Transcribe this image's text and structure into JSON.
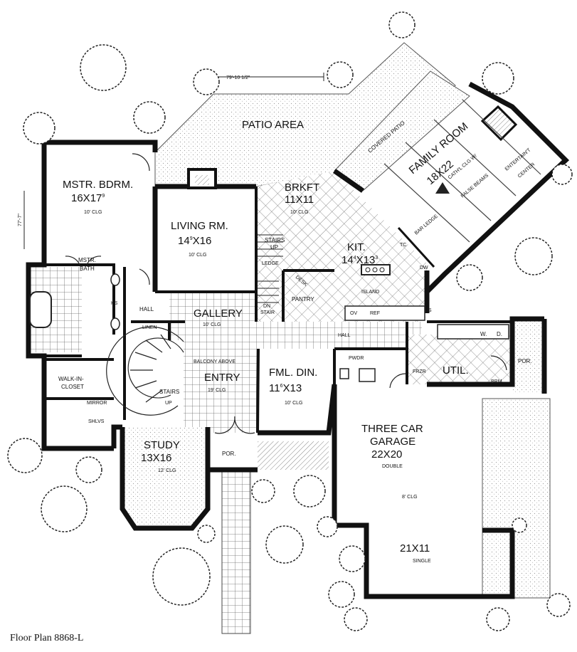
{
  "caption": "Floor Plan 8868-L",
  "dimensions": {
    "width": "79'-10 1/2\"",
    "depth": "77'-7\""
  },
  "rooms": {
    "patio": "PATIO AREA",
    "covered_patio": "COVERED PATIO",
    "family": {
      "name": "FAMILY ROOM",
      "size": "18X22",
      "note1": "CATH'L CLG W/",
      "note2": "FALSE BEAMS",
      "ent1": "ENTERTAIN'T",
      "ent2": "CENTER"
    },
    "master_bed": {
      "name": "MSTR. BDRM.",
      "size": "16X17",
      "sup": "9",
      "clg": "10' CLG"
    },
    "living": {
      "name": "LIVING RM.",
      "size_a": "14",
      "sup": "9",
      "size_b": "X16",
      "clg": "10' CLG"
    },
    "brkft": {
      "name": "BRKFT",
      "size": "11X11",
      "clg": "10' CLG"
    },
    "kit": {
      "name": "KIT.",
      "size_a": "14",
      "sup1": "4",
      "size_b": "X13",
      "sup2": "3"
    },
    "master_bath": {
      "name1": "MSTR.",
      "name2": "BATH"
    },
    "hall_left": "HALL",
    "hall_center": "HALL",
    "gallery": {
      "name": "GALLERY",
      "clg": "10' CLG"
    },
    "linen": "LINEN",
    "balcony": "BALCONY ABOVE",
    "entry": {
      "name": "ENTRY",
      "clg": "19' CLG"
    },
    "fml_din": {
      "name": "FML. DIN.",
      "size_a": "11",
      "sup": "6",
      "size_b": "X13",
      "clg": "10' CLG"
    },
    "walk_in": {
      "l1": "WALK-IN-",
      "l2": "CLOSET"
    },
    "mirror": "MIRROR",
    "shlvs": "SHLVS",
    "stairs": "STAIRS",
    "up": "UP",
    "stairs_up": {
      "l1": "STAIRS",
      "l2": "UP"
    },
    "ledge": "LEDGE",
    "dn_stair": {
      "l1": "DN",
      "l2": "STAIR"
    },
    "desk": "DESK",
    "pantry": "PANTRY",
    "island": "ISLAND",
    "bar_ledge": "BAR LEDGE",
    "tc": "TC",
    "dw": "DW",
    "ov": "OV",
    "ref": "REF",
    "ls": "LS",
    "ks": "KS",
    "pwdr": "PWDR",
    "util": "UTIL.",
    "w": "W.",
    "d": "D.",
    "frzr": "FRZR",
    "brm": "BRM",
    "por_right": "POR.",
    "por_front": "POR.",
    "study": {
      "name": "STUDY",
      "size": "13X16",
      "clg": "12' CLG"
    },
    "garage": {
      "l1": "THREE CAR",
      "l2": "GARAGE",
      "size": "22X20",
      "note": "DOUBLE",
      "clg": "8' CLG"
    },
    "single": {
      "size": "21X11",
      "note": "SINGLE"
    }
  }
}
